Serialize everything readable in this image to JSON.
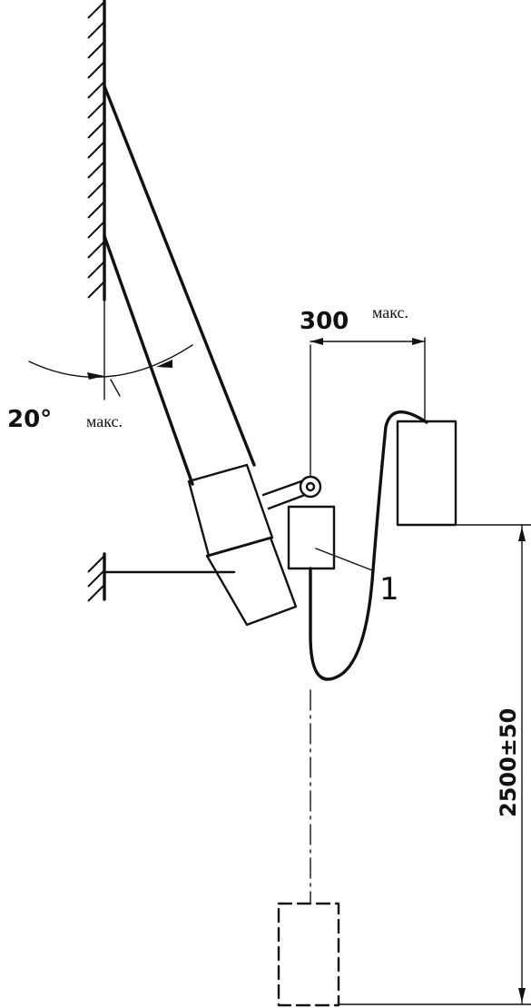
{
  "labels": {
    "distance_value": "300",
    "distance_note": "макс.",
    "angle_value": "20°",
    "angle_note": "макс.",
    "height_value": "2500±50",
    "callout": "1"
  }
}
